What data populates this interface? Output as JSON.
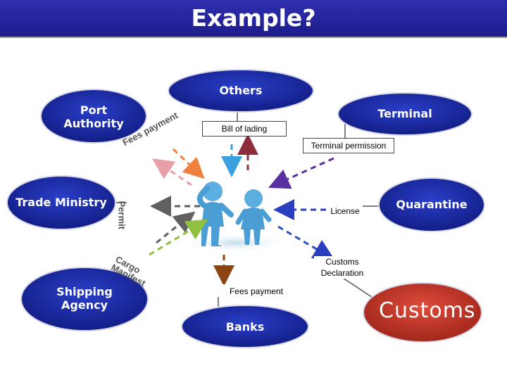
{
  "title": "Example?",
  "nodes": {
    "others": "Others",
    "port_authority": "Port Authority",
    "terminal": "Terminal",
    "trade_ministry": "Trade Ministry",
    "quarantine": "Quarantine",
    "shipping_agency": "Shipping Agency",
    "banks": "Banks",
    "customs": "Customs"
  },
  "documents": {
    "bill_of_lading": "Bill of lading",
    "terminal_permission": "Terminal permission",
    "license": "License",
    "customs_declaration": "Customs Declaration",
    "fees_payment_bottom": "Fees payment",
    "fees_payment_curved": "Fees payment",
    "permit": "Permit",
    "cargo_manifest": "Cargo Manifest"
  },
  "colors": {
    "node_fill": "#1b2aa0",
    "node_border": "#d8d8e8",
    "customs_fill": "#c0392b",
    "arrow_bill": "#3aa0e0",
    "arrow_bill_up": "#8b2e3a",
    "arrow_terminal": "#5a2fa0",
    "arrow_license": "#2a3fc0",
    "arrow_customs": "#2a4fc0",
    "arrow_fees": "#8b4513",
    "arrow_fees_curved": "#f08040",
    "arrow_permit": "#e8a0a8",
    "arrow_cargo": "#90c040",
    "arrow_shipping": "#606060",
    "arrow_port": "#a070d0"
  },
  "icons": {
    "figures": "two-people-discussing"
  }
}
